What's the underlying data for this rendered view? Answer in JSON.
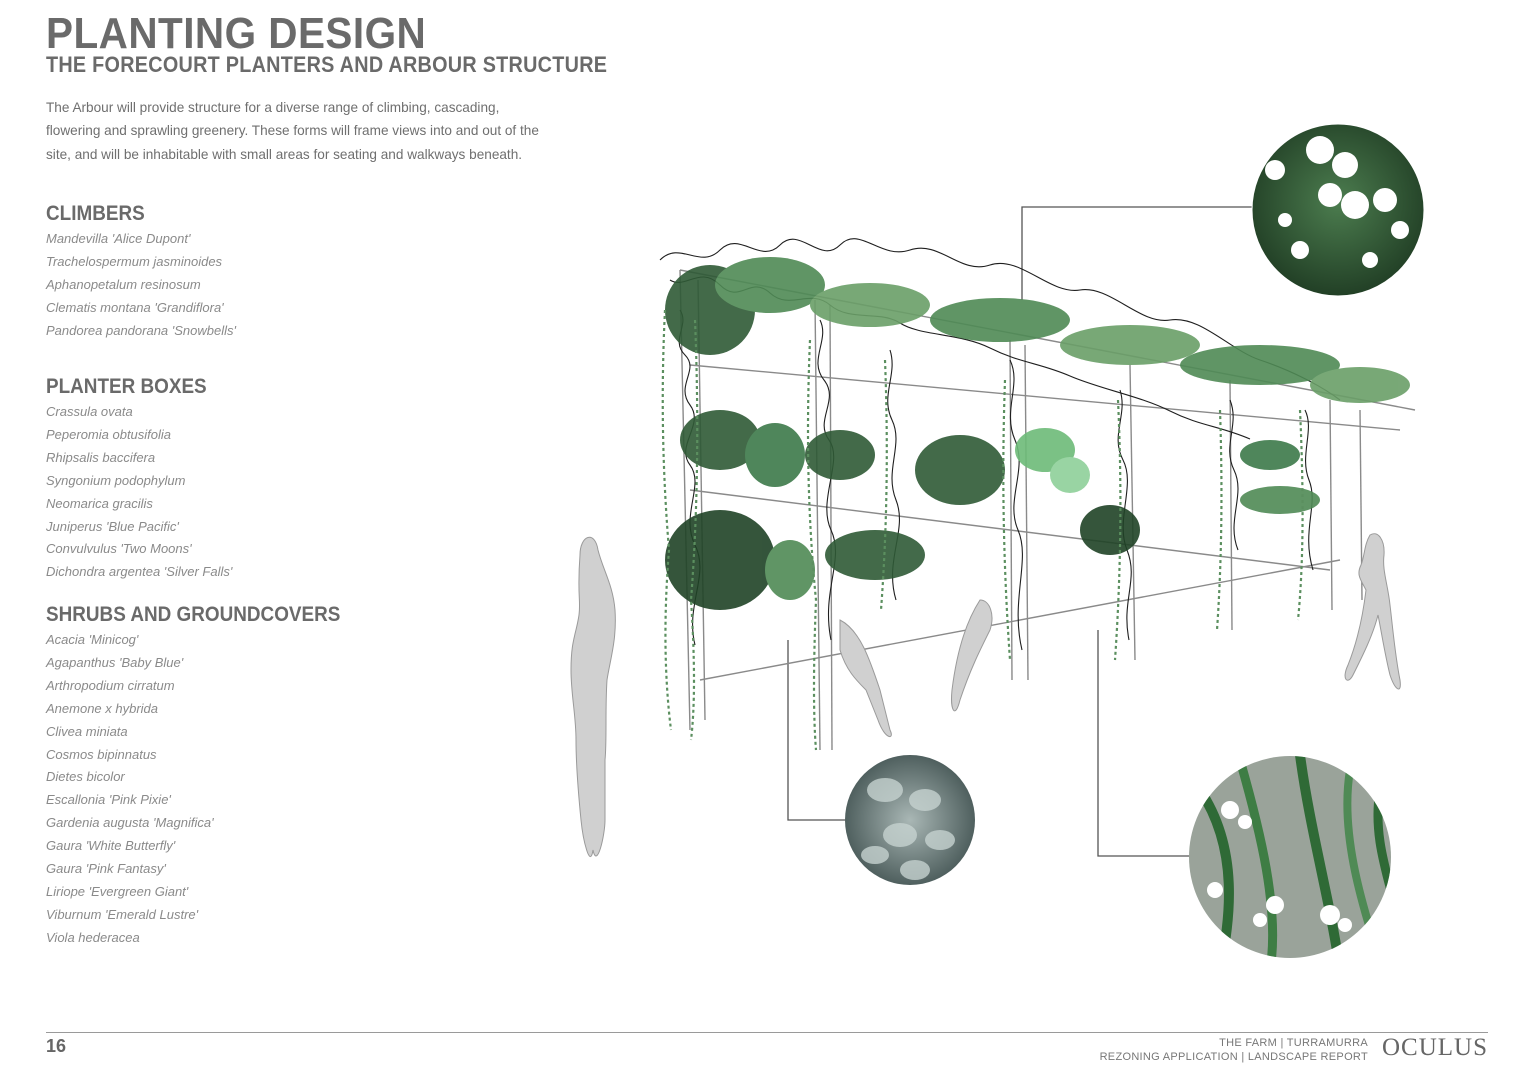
{
  "title": "PLANTING DESIGN",
  "subtitle": "THE FORECOURT PLANTERS AND ARBOUR STRUCTURE",
  "intro": "The Arbour will provide structure for a diverse range of climbing, cascading, flowering and sprawling greenery. These forms will frame views into and out of the site, and will be inhabitable with small areas for seating and walkways beneath.",
  "sections": {
    "climbers": {
      "heading": "CLIMBERS",
      "items": [
        "Mandevilla 'Alice Dupont'",
        "Trachelospermum jasminoides",
        "Aphanopetalum resinosum",
        "Clematis montana 'Grandiflora'",
        "Pandorea pandorana 'Snowbells'"
      ]
    },
    "planters": {
      "heading": "PLANTER BOXES",
      "items": [
        "Crassula ovata",
        "Peperomia obtusifolia",
        "Rhipsalis baccifera",
        "Syngonium podophylum",
        "Neomarica gracilis",
        "Juniperus 'Blue Pacific'",
        "Convulvulus 'Two Moons'",
        "Dichondra argentea 'Silver Falls'"
      ]
    },
    "shrubs": {
      "heading": "SHRUBS AND GROUNDCOVERS",
      "items": [
        "Acacia 'Minicog'",
        "Agapanthus 'Baby Blue'",
        "Arthropodium cirratum",
        "Anemone x hybrida",
        "Clivea miniata",
        "Cosmos bipinnatus",
        "Dietes bicolor",
        "Escallonia 'Pink Pixie'",
        "Gardenia augusta 'Magnifica'",
        "Gaura 'White Butterfly'",
        "Gaura 'Pink Fantasy'",
        "Liriope 'Evergreen Giant'",
        "Viburnum 'Emerald Lustre'",
        "Viola hederacea"
      ]
    }
  },
  "footer": {
    "page_number": "16",
    "line1": "THE FARM | TURRAMURRA",
    "line2": "REZONING APPLICATION | LANDSCAPE REPORT",
    "brand": "OCULUS"
  },
  "colors": {
    "text": "#6a6a6a",
    "foliage_dark": "#2f5a36",
    "foliage_mid": "#4f8a55",
    "foliage_light": "#8fbf8c",
    "figure": "#d0d0d0"
  }
}
